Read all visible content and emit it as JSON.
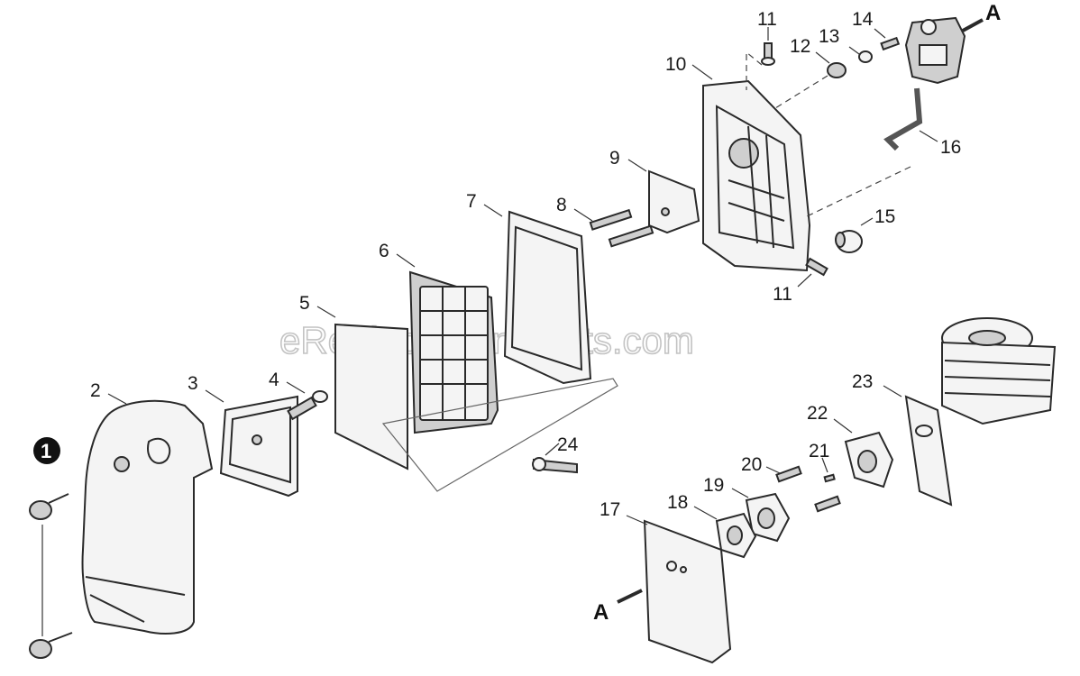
{
  "watermark": "eReplacementParts.com",
  "badge": "1",
  "ref_marker": "A",
  "callouts": {
    "c2": "2",
    "c3": "3",
    "c4": "4",
    "c5": "5",
    "c6": "6",
    "c7": "7",
    "c8": "8",
    "c9": "9",
    "c10": "10",
    "c11a": "11",
    "c11b": "11",
    "c12": "12",
    "c13": "13",
    "c14": "14",
    "c15": "15",
    "c16": "16",
    "c17": "17",
    "c18": "18",
    "c19": "19",
    "c20": "20",
    "c21": "21",
    "c22": "22",
    "c23": "23",
    "c24": "24"
  }
}
